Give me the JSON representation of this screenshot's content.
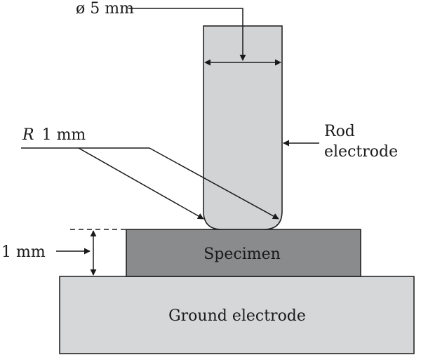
{
  "diagram": {
    "labels": {
      "diameter": "ø 5 mm",
      "radius_symbol": "R",
      "radius_value": "1 mm",
      "rod_line1": "Rod",
      "rod_line2": "electrode",
      "thickness": "1 mm",
      "specimen": "Specimen",
      "ground": "Ground electrode"
    },
    "colors": {
      "rod_fill": "#d2d3d5",
      "specimen_fill": "#8a8b8d",
      "ground_fill": "#d6d7d9",
      "stroke": "#1a1a1a"
    }
  }
}
